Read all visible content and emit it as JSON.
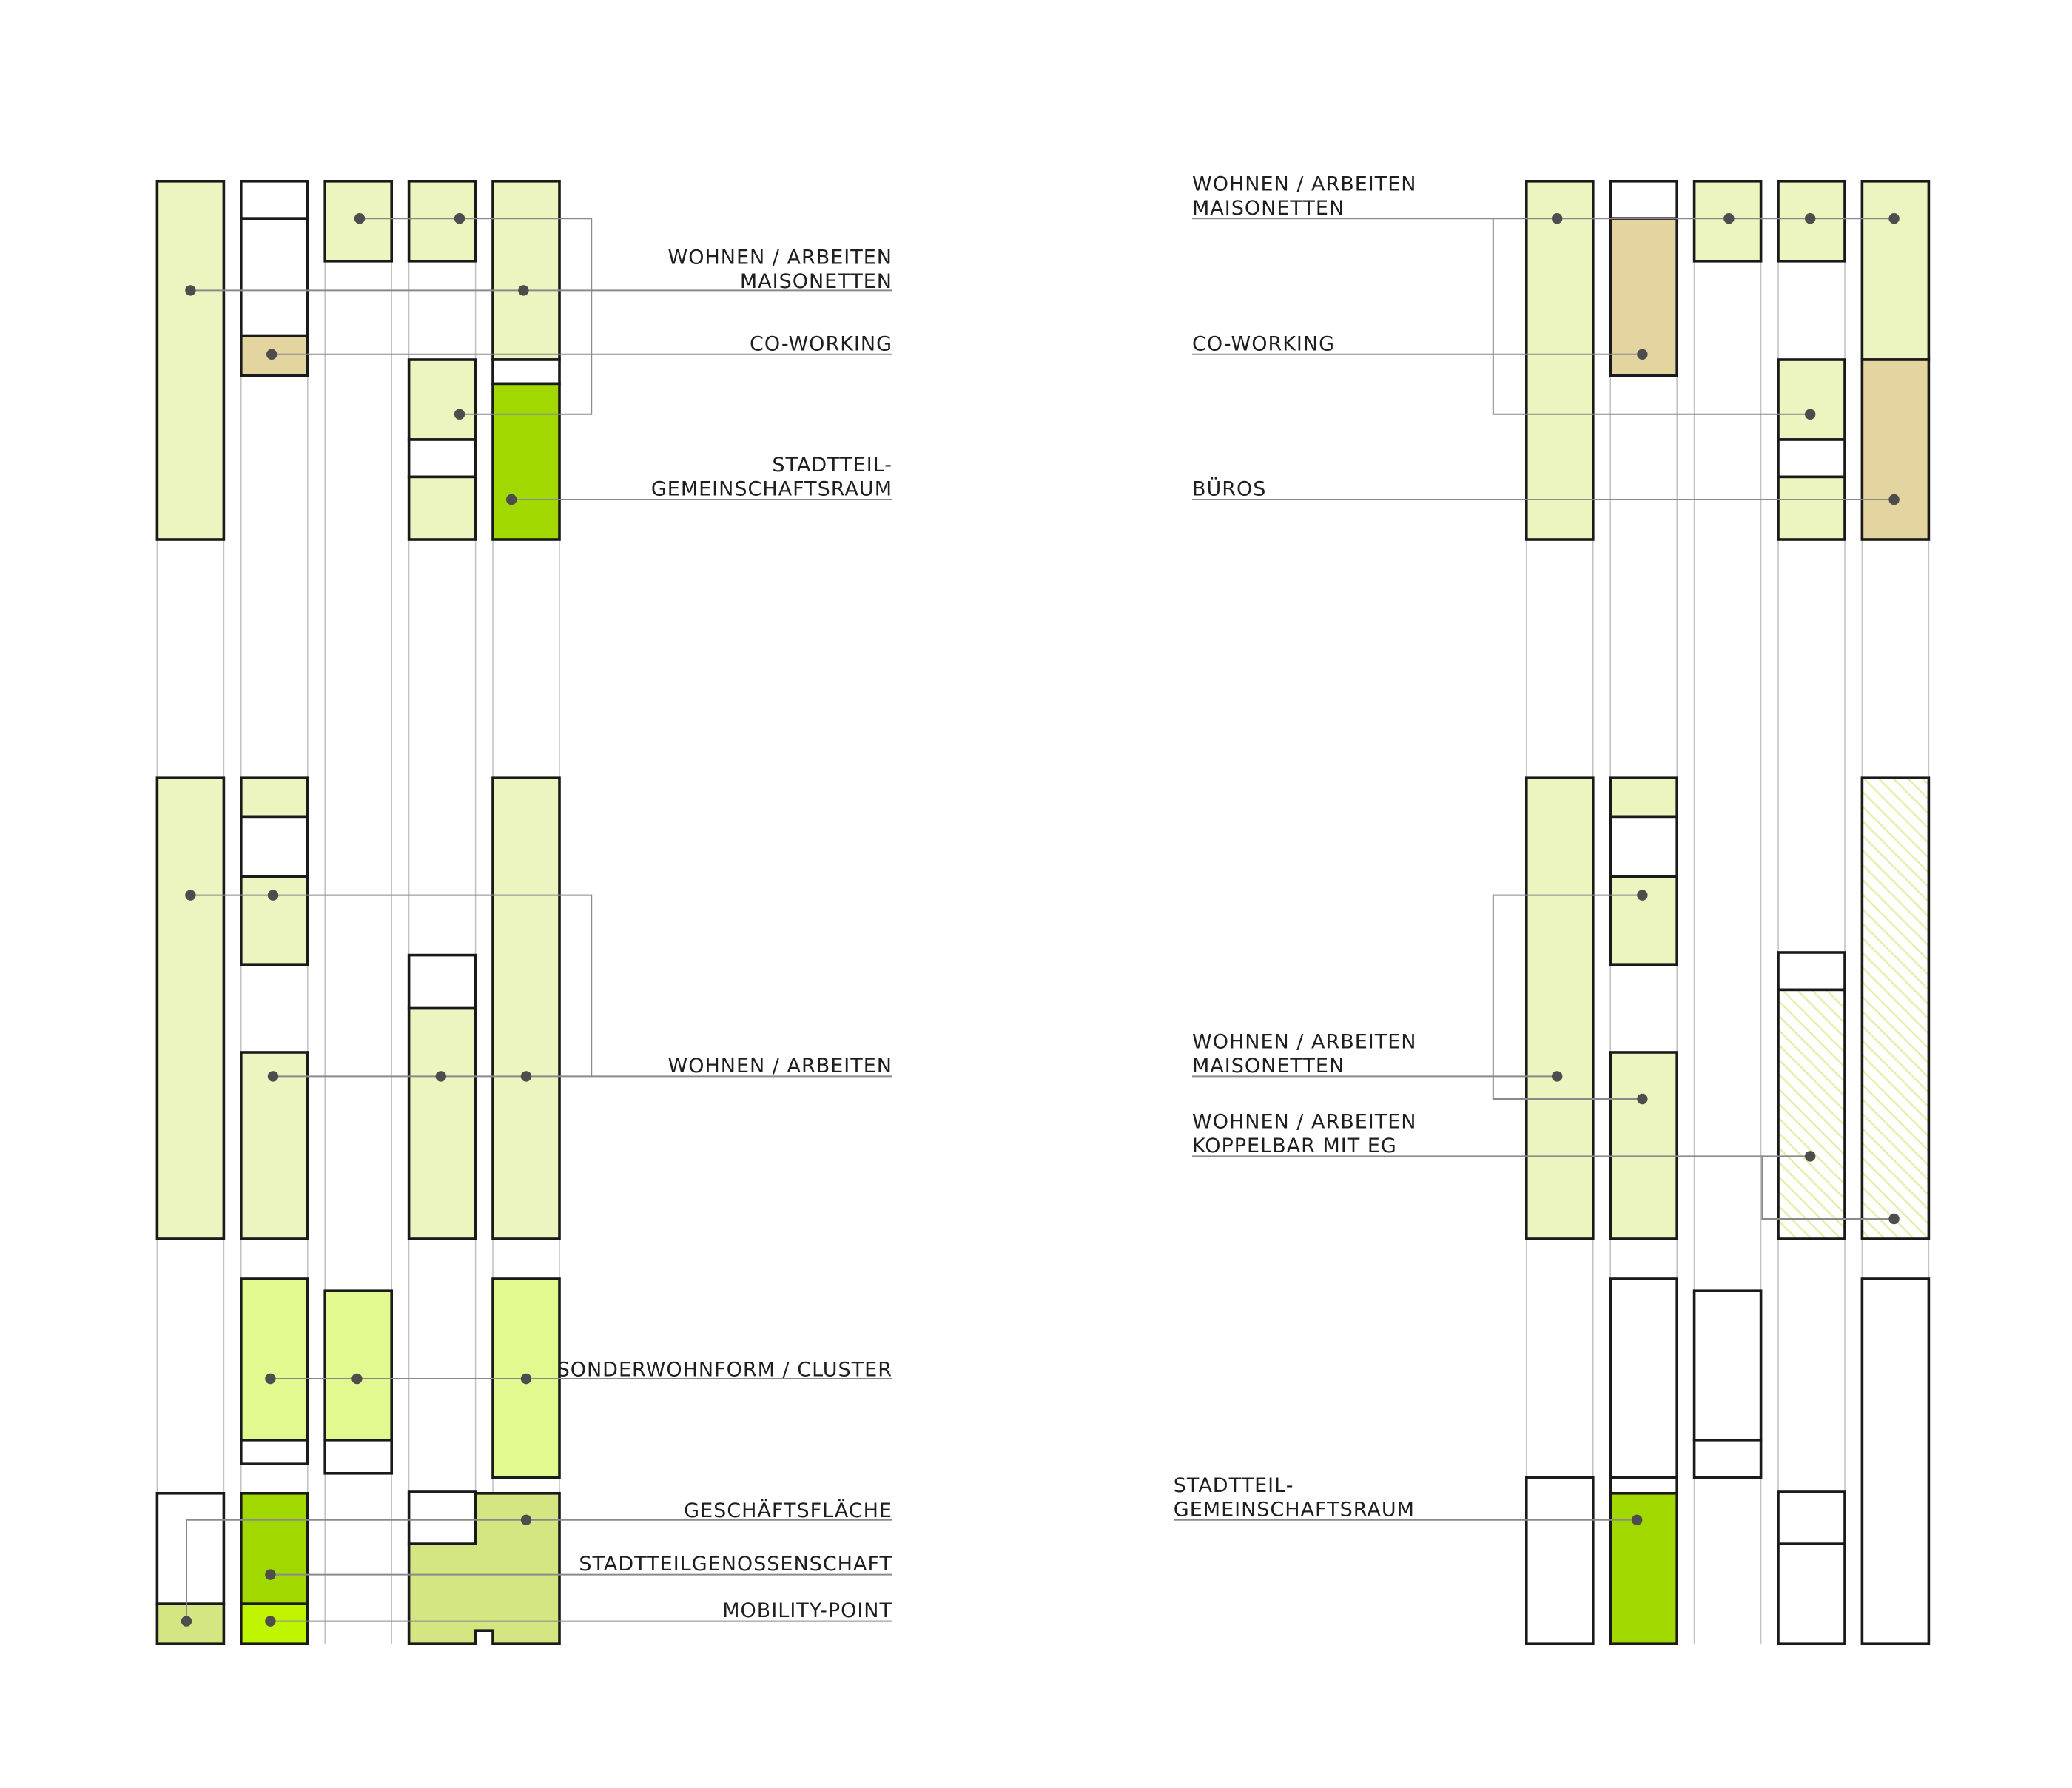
{
  "colors": {
    "light_green": "#ecf4c0",
    "pale_lime": "#e1f98f",
    "bright_green": "#a1d800",
    "lime": "#bff500",
    "olive_green": "#d3e681",
    "beige": "#e3d4a0",
    "white": "#ffffff",
    "outline": "#1a1a1a",
    "leader_line": "#8a8a8a",
    "grid_line": "#c4c4c4",
    "marker_dot": "#4d4d4d"
  },
  "left_diagram": {
    "labels": [
      {
        "id": "l1",
        "lines": [
          "WOHNEN / ARBEITEN",
          "MAISONETTEN"
        ]
      },
      {
        "id": "l2",
        "lines": [
          "CO-WORKING"
        ]
      },
      {
        "id": "l3",
        "lines": [
          "STADTTEIL-",
          "GEMEINSCHAFTSRAUM"
        ]
      },
      {
        "id": "l4",
        "lines": [
          "WOHNEN / ARBEITEN"
        ]
      },
      {
        "id": "l5",
        "lines": [
          "SONDERWOHNFORM / CLUSTER"
        ]
      },
      {
        "id": "l6",
        "lines": [
          "GESCHÄFTSFLÄCHE"
        ]
      },
      {
        "id": "l7",
        "lines": [
          "STADTTEILGENOSSENSCHAFT"
        ]
      },
      {
        "id": "l8",
        "lines": [
          "MOBILITY-POINT"
        ]
      }
    ]
  },
  "right_diagram": {
    "labels": [
      {
        "id": "r1",
        "lines": [
          "WOHNEN / ARBEITEN",
          "MAISONETTEN"
        ]
      },
      {
        "id": "r2",
        "lines": [
          "CO-WORKING"
        ]
      },
      {
        "id": "r3",
        "lines": [
          "BÜROS"
        ]
      },
      {
        "id": "r4",
        "lines": [
          "WOHNEN / ARBEITEN",
          "MAISONETTEN"
        ]
      },
      {
        "id": "r5",
        "lines": [
          "WOHNEN / ARBEITEN",
          "KOPPELBAR MIT EG"
        ]
      },
      {
        "id": "r6",
        "lines": [
          "STADTTEIL-",
          "GEMEINSCHAFTSRAUM"
        ]
      }
    ]
  }
}
